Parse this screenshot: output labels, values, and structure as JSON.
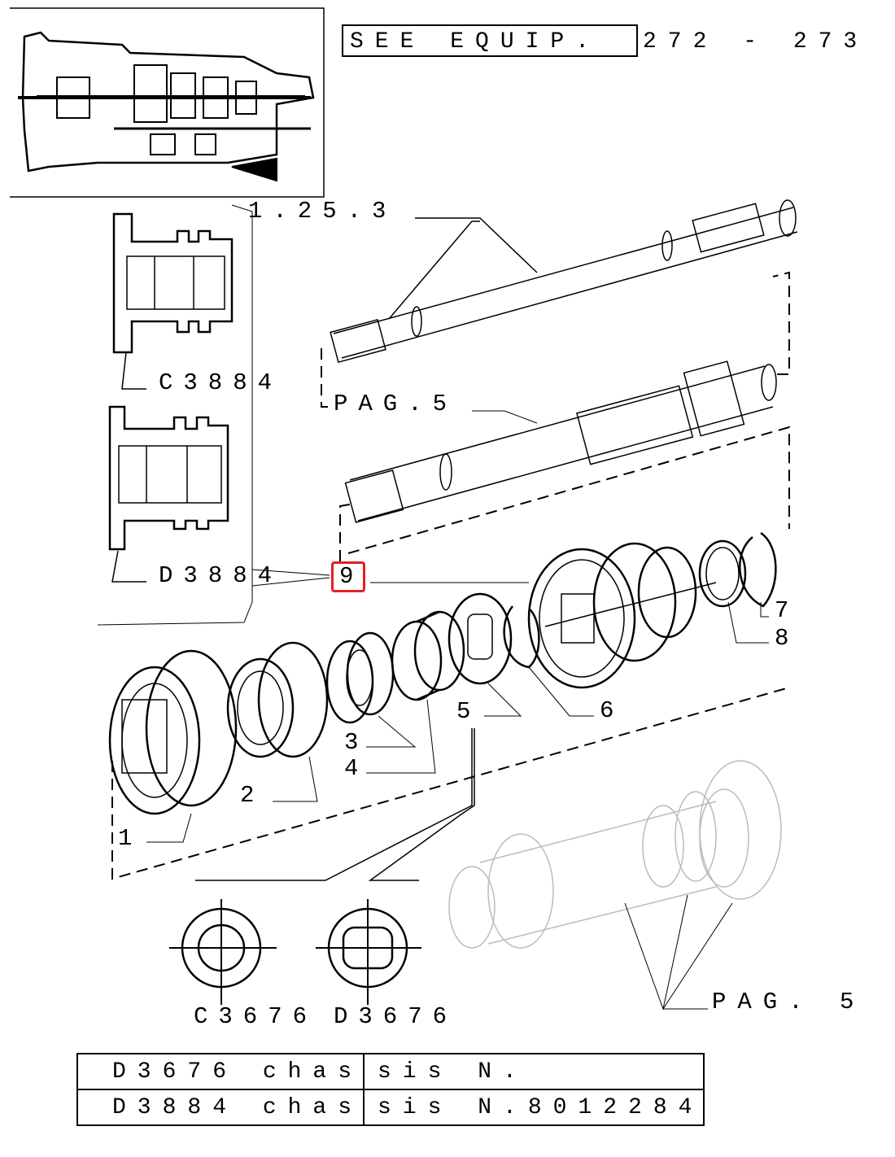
{
  "header": {
    "see_equip": "SEE EQUIP.",
    "range": "272 - 273"
  },
  "refs": {
    "section": "1.25.3",
    "pag_upper": "PAG.5",
    "pag_lower": "PAG. 5"
  },
  "variants": {
    "c3884": "C3884",
    "d3884": "D3884",
    "c3676": "C3676",
    "d3676": "D3676"
  },
  "callouts": [
    "1",
    "2",
    "3",
    "4",
    "5",
    "6",
    "7",
    "8",
    "9"
  ],
  "highlighted_callout": "9",
  "chassis_table": [
    {
      "variant": "D3676 chas",
      "text": "sis N."
    },
    {
      "variant": "D3884 chas",
      "text": "sis N.8012284"
    }
  ],
  "icons": {
    "transmission_thumbnail": "gearbox-cross-section",
    "housing_top": "sleeve-housing-icon",
    "housing_bottom": "sleeve-housing-icon"
  }
}
